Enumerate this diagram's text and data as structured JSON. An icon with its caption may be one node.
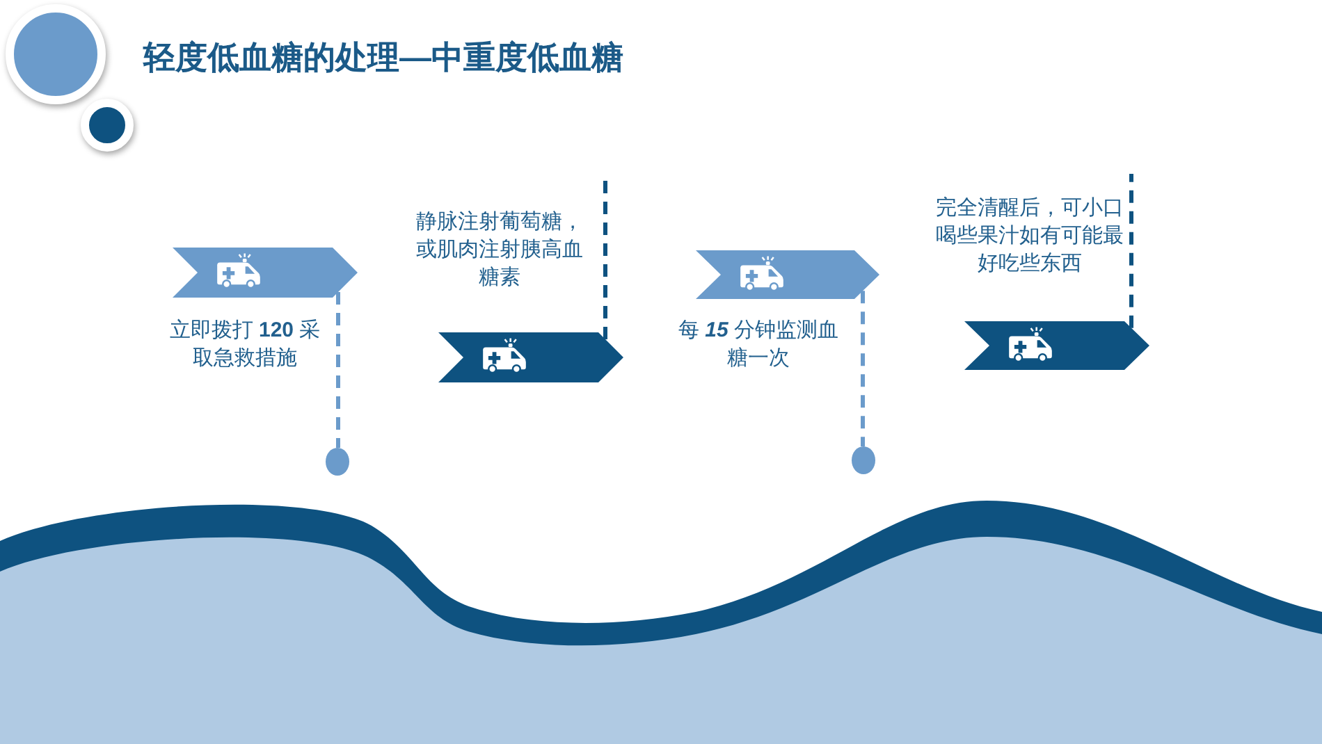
{
  "diagram": {
    "title": "轻度低血糖的处理—中重度低血糖",
    "nodes": [
      {
        "text": [],
        "shape": "chevron",
        "beside": [
          "立即拨打 **120** 采取急救措施"
        ]
      },
      {
        "text": [],
        "shape": "circle"
      },
      {
        "text": [],
        "shape": "chevron",
        "beside": [
          "静脉注射葡萄糖，或肌肉注射胰高血糖素"
        ]
      },
      {
        "text": [],
        "shape": "chevron",
        "beside": [
          "每 **15** 分钟监测血糖一次"
        ]
      },
      {
        "text": [],
        "shape": "circle"
      },
      {
        "text": [],
        "shape": "chevron",
        "beside": [
          "完全清醒后，可小口喝些果汁如有可能最好吃些东西"
        ]
      }
    ],
    "edges": [
      {
        "from": 0,
        "to": 1,
        "arrow": "none",
        "style": "dashed",
        "color": "#6b9bcb"
      },
      {
        "from": 2,
        "to": null,
        "arrow": "none",
        "style": "dashed",
        "color": "#0e5280"
      },
      {
        "from": 3,
        "to": 4,
        "arrow": "none",
        "style": "dashed",
        "color": "#6b9bcb"
      },
      {
        "from": 5,
        "to": null,
        "arrow": "none",
        "style": "dashed",
        "color": "#0e5280"
      }
    ]
  }
}
